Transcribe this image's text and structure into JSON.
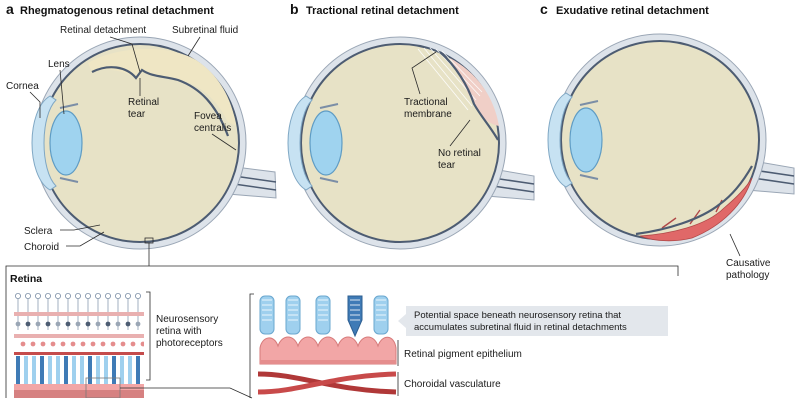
{
  "panels": [
    {
      "letter": "a",
      "title": "Rhegmatogenous retinal detachment"
    },
    {
      "letter": "b",
      "title": "Tractional retinal detachment"
    },
    {
      "letter": "c",
      "title": "Exudative retinal detachment"
    }
  ],
  "labels_a": {
    "retinal_detachment": "Retinal detachment",
    "subretinal_fluid": "Subretinal fluid",
    "lens": "Lens",
    "cornea": "Cornea",
    "retinal_tear": [
      "Retinal",
      "tear"
    ],
    "fovea_centralis": [
      "Fovea",
      "centralis"
    ],
    "sclera": "Sclera",
    "choroid": "Choroid"
  },
  "labels_b": {
    "tractional_membrane": [
      "Tractional",
      "membrane"
    ],
    "no_retinal_tear": [
      "No retinal",
      "tear"
    ]
  },
  "labels_c": {
    "causative_pathology": [
      "Causative",
      "pathology"
    ]
  },
  "retina": {
    "title": "Retina",
    "neurosensory": [
      "Neurosensory",
      "retina with",
      "photoreceptors"
    ],
    "callout": [
      "Potential space beneath neurosensory retina that",
      "accumulates subretinal fluid in retinal detachments"
    ],
    "rpe": "Retinal pigment epithelium",
    "choroidal": "Choroidal vasculature"
  },
  "colors": {
    "vitreous": "#e7e2c6",
    "sclera": "#dde3ea",
    "retina_line": "#4d5c72",
    "lens": "#9fd3ef",
    "fluid": "#f0cfc7",
    "exudate": "#e06868",
    "rpe": "#f2a6a6",
    "vessel": "#b03838",
    "receptor_blue": "#9fd0ee"
  }
}
